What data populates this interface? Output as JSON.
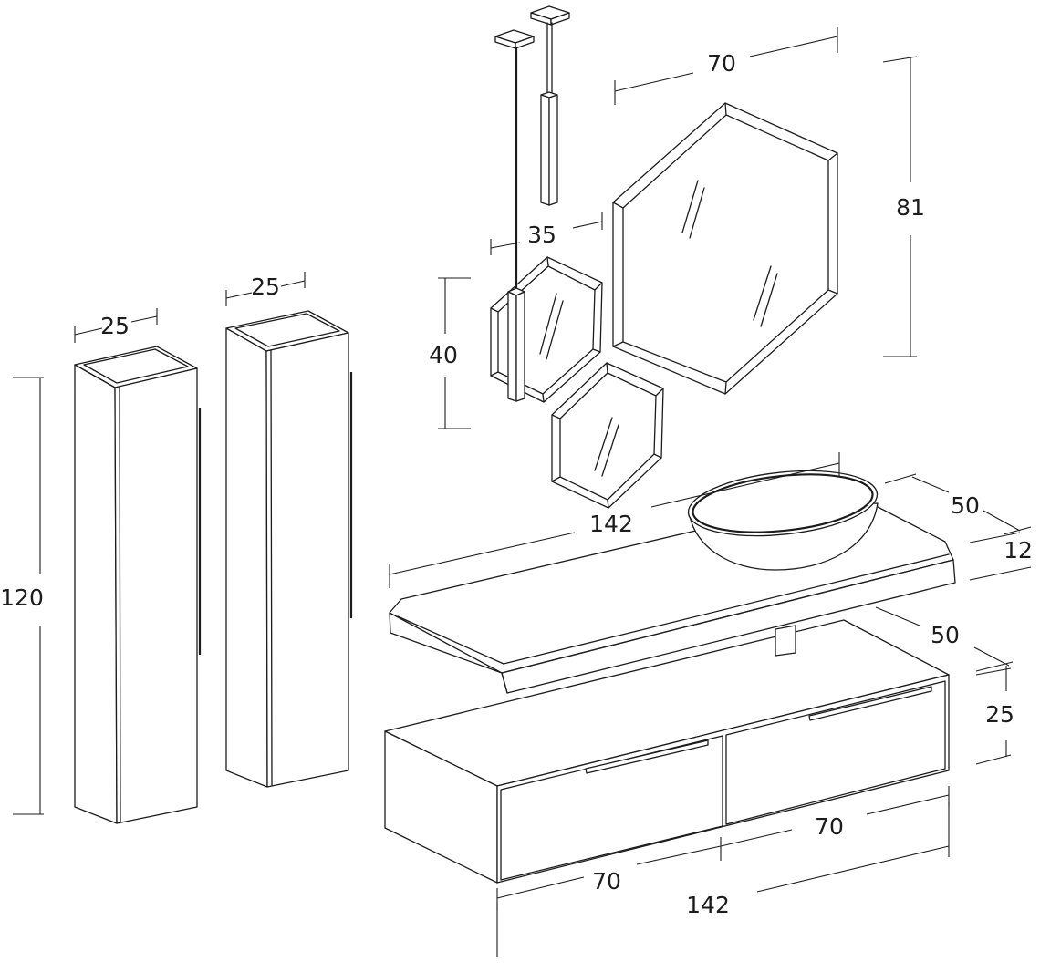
{
  "dimensions": {
    "tall_cabinet_left_width": "25",
    "tall_cabinet_right_width": "25",
    "tall_cabinet_height": "120",
    "small_mirror_width": "35",
    "small_mirror_height": "40",
    "large_mirror_width": "70",
    "large_mirror_height": "81",
    "countertop_width": "142",
    "countertop_depth": "50",
    "countertop_thickness": "12",
    "base_depth": "50",
    "base_height": "25",
    "drawer_right_width": "70",
    "drawer_left_width": "70",
    "base_width": "142"
  },
  "colors": {
    "line": "#1c1c1c",
    "background": "#ffffff"
  }
}
